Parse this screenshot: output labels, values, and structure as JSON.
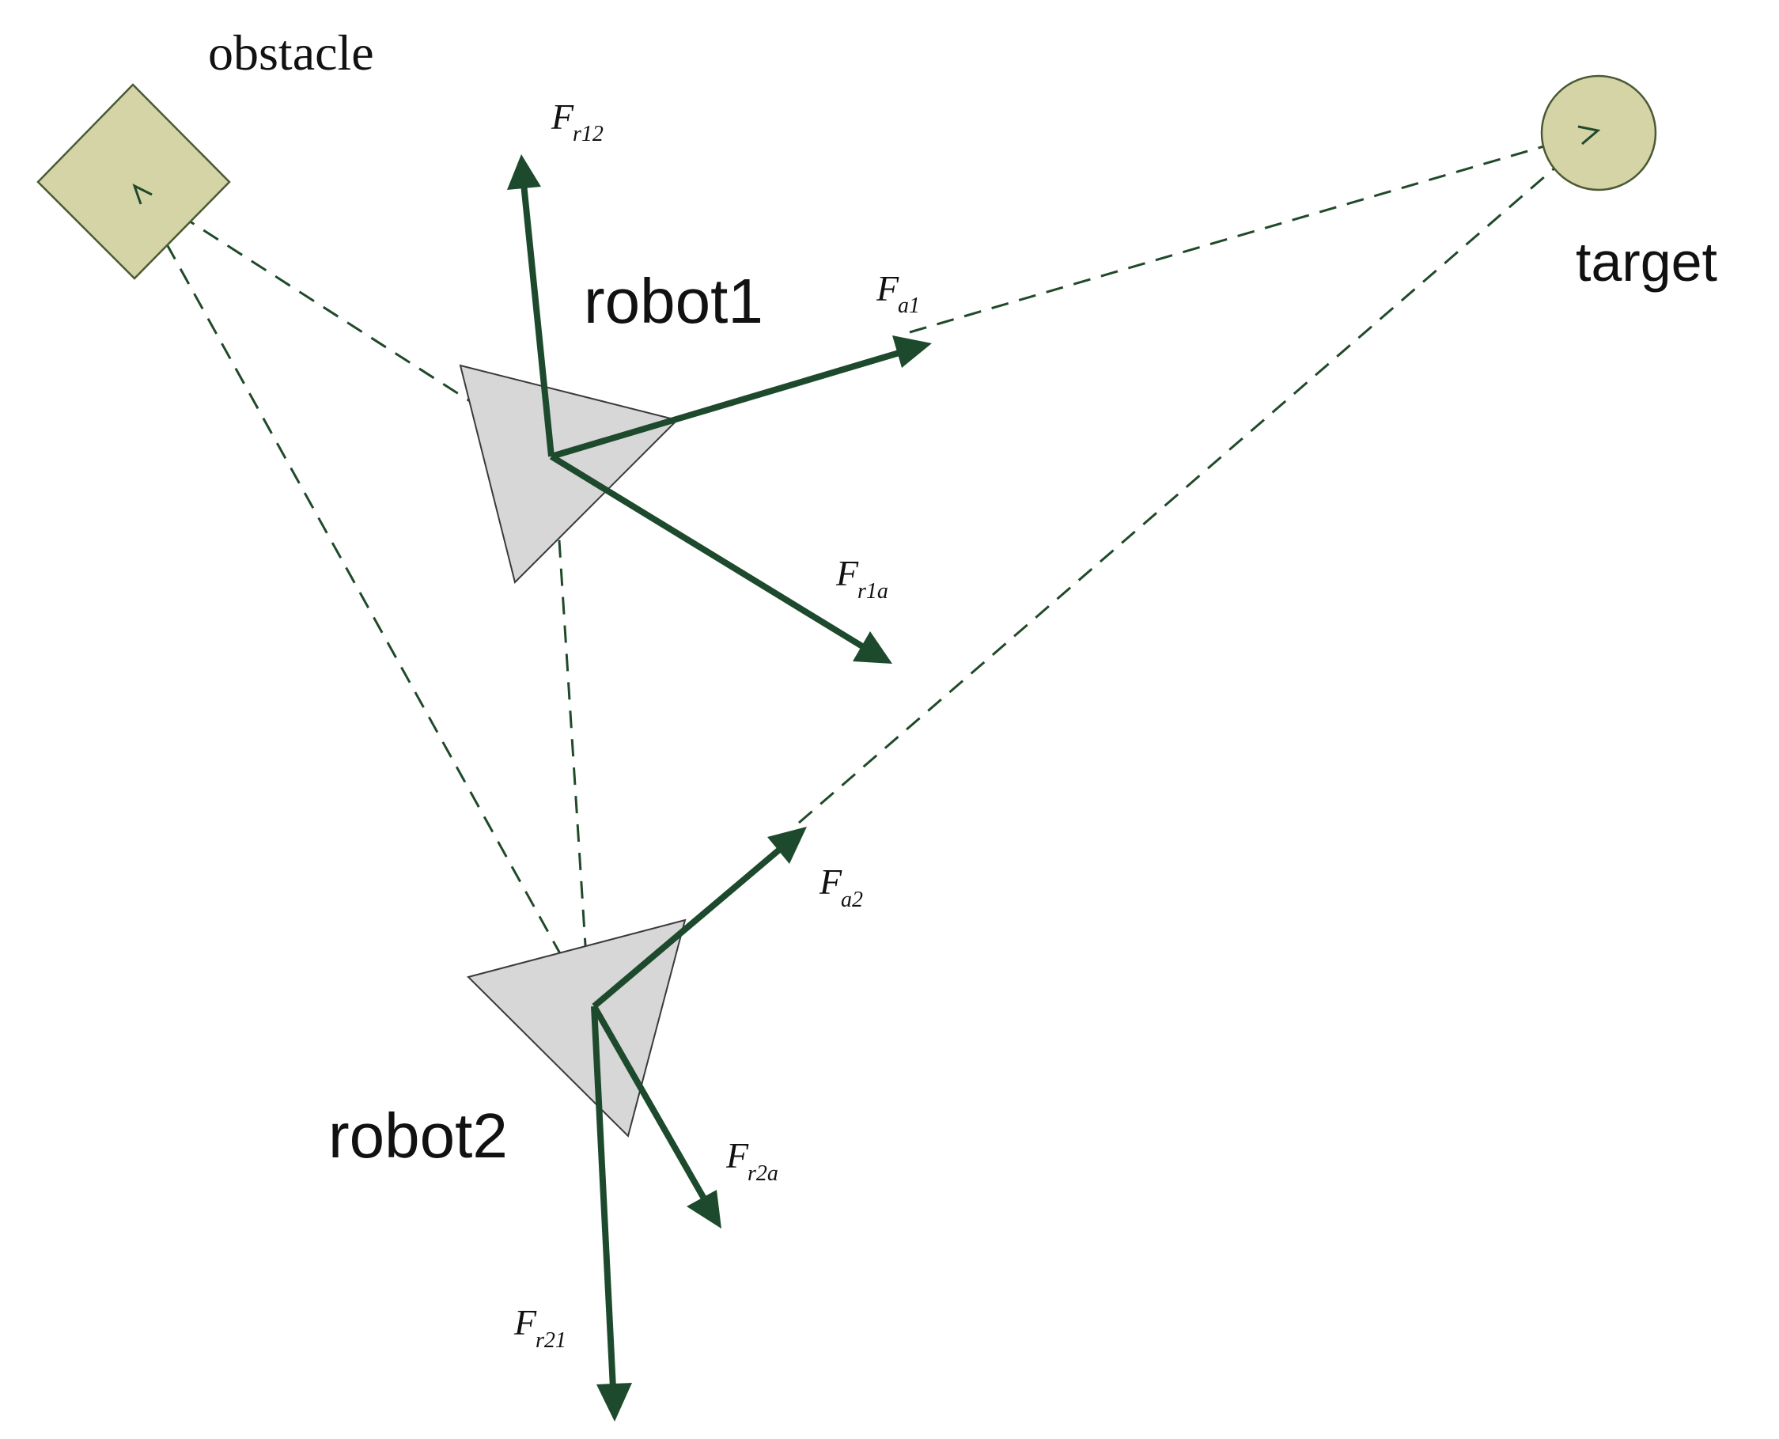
{
  "labels": {
    "obstacle": "obstacle",
    "target": "target",
    "robot1": "robot1",
    "robot2": "robot2"
  },
  "forces": {
    "fr12": {
      "main": "F",
      "sub": "r12"
    },
    "fa1": {
      "main": "F",
      "sub": "a1"
    },
    "fr1a": {
      "main": "F",
      "sub": "r1a"
    },
    "fa2": {
      "main": "F",
      "sub": "a2"
    },
    "fr2a": {
      "main": "F",
      "sub": "r2a"
    },
    "fr21": {
      "main": "F",
      "sub": "r21"
    }
  },
  "colors": {
    "force_arrow": "#1d4a2c",
    "obstacle_fill": "#d4d4a6",
    "target_fill": "#d4d4a6",
    "robot_fill": "#d7d7d7"
  }
}
